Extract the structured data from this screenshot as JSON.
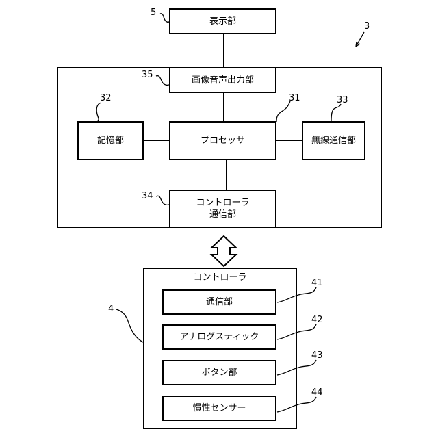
{
  "device": {
    "ref": "3",
    "display": {
      "label": "表示部",
      "ref": "5"
    },
    "av_output": {
      "label": "画像音声出力部",
      "ref": "35"
    },
    "storage": {
      "label": "記憶部",
      "ref": "32"
    },
    "processor": {
      "label": "プロセッサ",
      "ref": "31"
    },
    "wireless": {
      "label": "無線通信部",
      "ref": "33"
    },
    "controller_comm": {
      "label": "コントローラ\n通信部",
      "ref": "34"
    }
  },
  "controller": {
    "ref": "4",
    "title": "コントローラ",
    "items": [
      {
        "label": "通信部",
        "ref": "41"
      },
      {
        "label": "アナログスティック",
        "ref": "42"
      },
      {
        "label": "ボタン部",
        "ref": "43"
      },
      {
        "label": "慣性センサー",
        "ref": "44"
      }
    ]
  }
}
